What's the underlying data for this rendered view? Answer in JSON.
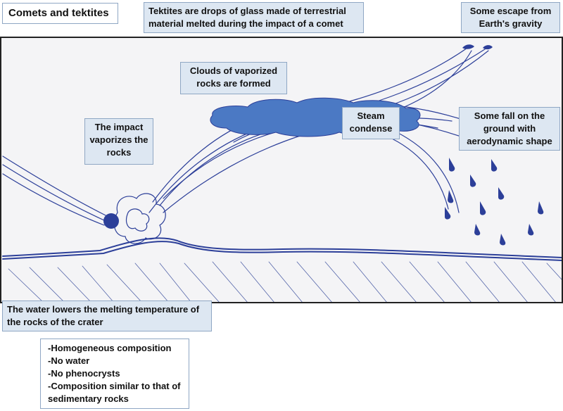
{
  "title": "Comets and tektites",
  "notes": {
    "tektites_definition": "Tektites are drops of glass made of terrestrial material melted during the impact of a comet",
    "escape": "Some escape from Earth's gravity",
    "clouds": "Clouds of vaporized rocks are formed",
    "impact": "The impact vaporizes the rocks",
    "steam": "Steam condense",
    "fall": "Some fall on the ground with aerodynamic shape",
    "water": "The water lowers the melting temperature of the rocks of the crater"
  },
  "properties": [
    "-Homogeneous composition",
    "-No water",
    "-No phenocrysts",
    "-Composition similar to that of sedimentary rocks"
  ],
  "colors": {
    "ink": "#2c3f99",
    "cloud": "#4b79c4",
    "label_bg": "#dde7f2",
    "label_border": "#8fa7c4"
  }
}
